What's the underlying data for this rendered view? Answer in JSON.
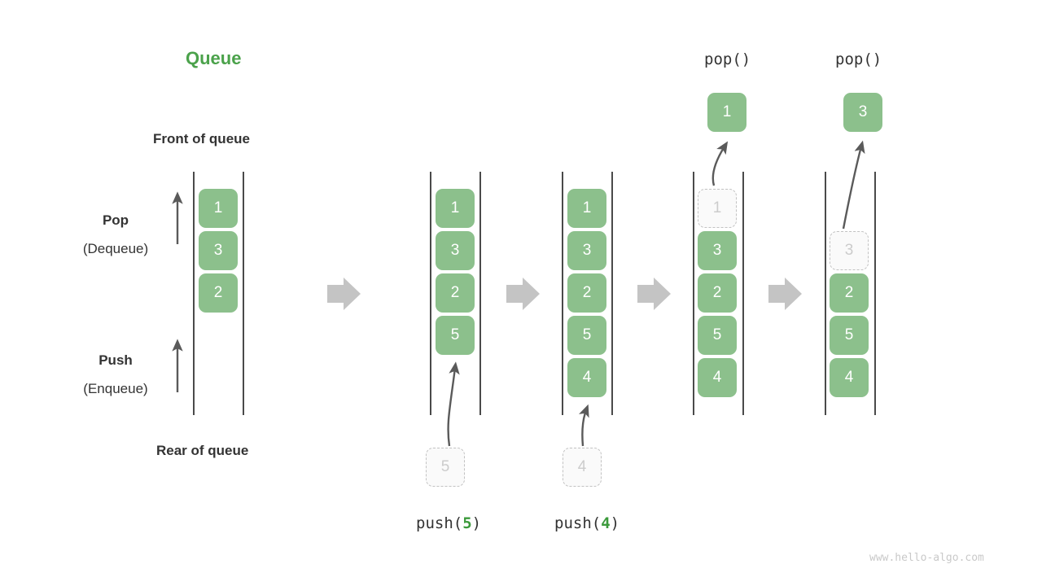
{
  "title": "Queue",
  "labels": {
    "front": "Front of queue",
    "rear": "Rear of queue",
    "pop_bold": "Pop",
    "pop_paren": "(Dequeue)",
    "push_bold": "Push",
    "push_paren": "(Enqueue)"
  },
  "watermark": "www.hello-algo.com",
  "colors": {
    "accent_green": "#4ba24b",
    "cell_green": "#8cc08c",
    "ghost_fill": "#fafafa",
    "ghost_border": "#c2c2c2",
    "rail": "#4a4a4a",
    "arrow_gray": "#c4c4c4",
    "motion_arrow": "#5a5a5a",
    "text": "#333333",
    "watermark": "#c9c9c9"
  },
  "ops": {
    "push5_prefix": "push(",
    "push5_arg": "5",
    "push5_suffix": ")",
    "push4_prefix": "push(",
    "push4_arg": "4",
    "push4_suffix": ")",
    "pop1": "pop()",
    "pop2": "pop()"
  },
  "stages": [
    {
      "name": "initial",
      "cells": [
        {
          "value": "1",
          "state": "solid"
        },
        {
          "value": "3",
          "state": "solid"
        },
        {
          "value": "2",
          "state": "solid"
        }
      ],
      "incoming": null,
      "outgoing": null,
      "caption": null
    },
    {
      "name": "after-push-5",
      "cells": [
        {
          "value": "1",
          "state": "solid"
        },
        {
          "value": "3",
          "state": "solid"
        },
        {
          "value": "2",
          "state": "solid"
        },
        {
          "value": "5",
          "state": "solid"
        }
      ],
      "incoming": {
        "value": "5",
        "state": "ghost"
      },
      "outgoing": null,
      "caption": "push(5)"
    },
    {
      "name": "after-push-4",
      "cells": [
        {
          "value": "1",
          "state": "solid"
        },
        {
          "value": "3",
          "state": "solid"
        },
        {
          "value": "2",
          "state": "solid"
        },
        {
          "value": "5",
          "state": "solid"
        },
        {
          "value": "4",
          "state": "solid"
        }
      ],
      "incoming": {
        "value": "4",
        "state": "ghost"
      },
      "outgoing": null,
      "caption": "push(4)"
    },
    {
      "name": "after-pop-1",
      "cells": [
        {
          "value": "1",
          "state": "ghost"
        },
        {
          "value": "3",
          "state": "solid"
        },
        {
          "value": "2",
          "state": "solid"
        },
        {
          "value": "5",
          "state": "solid"
        },
        {
          "value": "4",
          "state": "solid"
        }
      ],
      "incoming": null,
      "outgoing": {
        "value": "1",
        "state": "solid"
      },
      "caption": "pop()"
    },
    {
      "name": "after-pop-3",
      "cells": [
        {
          "value": "3",
          "state": "ghost"
        },
        {
          "value": "2",
          "state": "solid"
        },
        {
          "value": "5",
          "state": "solid"
        },
        {
          "value": "4",
          "state": "solid"
        }
      ],
      "incoming": null,
      "outgoing": {
        "value": "3",
        "state": "solid"
      },
      "caption": "pop()"
    }
  ],
  "cell_values": {
    "col1": [
      "1",
      "3",
      "2"
    ],
    "col2": [
      "1",
      "3",
      "2",
      "5"
    ],
    "col3": [
      "1",
      "3",
      "2",
      "5",
      "4"
    ],
    "col4": [
      "1",
      "3",
      "2",
      "5",
      "4"
    ],
    "col5": [
      "3",
      "2",
      "5",
      "4"
    ],
    "ghost_push5": "5",
    "ghost_push4": "4",
    "popped1": "1",
    "popped2": "3"
  }
}
